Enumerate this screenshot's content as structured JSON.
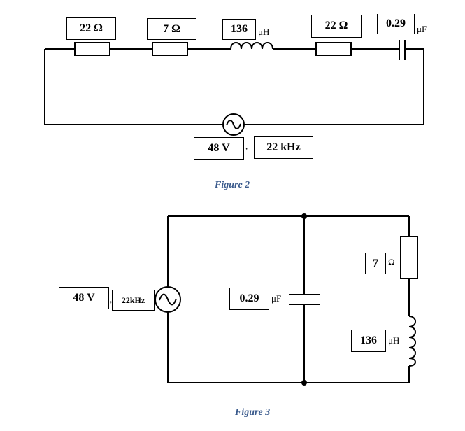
{
  "figure2": {
    "caption": "Figure 2",
    "resistor1": "22 Ω",
    "resistor2": "7 Ω",
    "inductor_value": "136",
    "inductor_unit": "μH",
    "resistor3": "22 Ω",
    "capacitor_value": "0.29",
    "capacitor_unit": "μF",
    "source_voltage": "48 V",
    "separator": ",",
    "source_frequency": "22 kHz"
  },
  "figure3": {
    "caption": "Figure 3",
    "source_voltage": "48 V",
    "separator": ",",
    "source_frequency": "22kHz",
    "capacitor_value": "0.29",
    "capacitor_unit": "μF",
    "resistor_value": "7",
    "resistor_unit": "Ω",
    "inductor_value": "136",
    "inductor_unit": "μH"
  }
}
